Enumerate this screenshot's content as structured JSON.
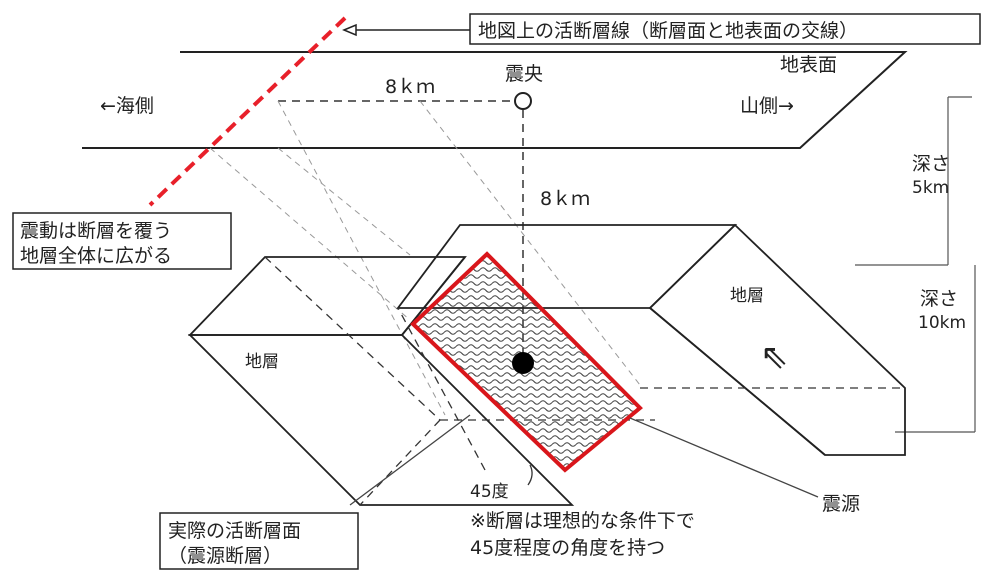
{
  "callout_top": "地図上の活断層線（断層面と地表面の交線）",
  "surface_label": "地表面",
  "epicenter_label": "震央",
  "sea_side": "←海側",
  "mountain_side": "山側→",
  "dist_horizontal": "8ｋｍ",
  "dist_vertical": "8ｋｍ",
  "depth5_line1": "深さ",
  "depth5_line2": "5km",
  "depth10_line1": "深さ",
  "depth10_line2": "10km",
  "note_left_line1": "震動は断層を覆う",
  "note_left_line2": "地層全体に広がる",
  "stratum_left": "地層",
  "stratum_right": "地層",
  "arrow_glyph": "⇖",
  "angle_label": "45度",
  "remark_line1": "※断層は理想的な条件下で",
  "remark_line2": "45度程度の角度を持つ",
  "hypocenter_label": "震源",
  "fault_plane_line1": "実際の活断層面",
  "fault_plane_line2": "（震源断層）",
  "colors": {
    "fault_rect": "#d9161b",
    "trace_line": "#e8202a",
    "ink": "#222222"
  }
}
